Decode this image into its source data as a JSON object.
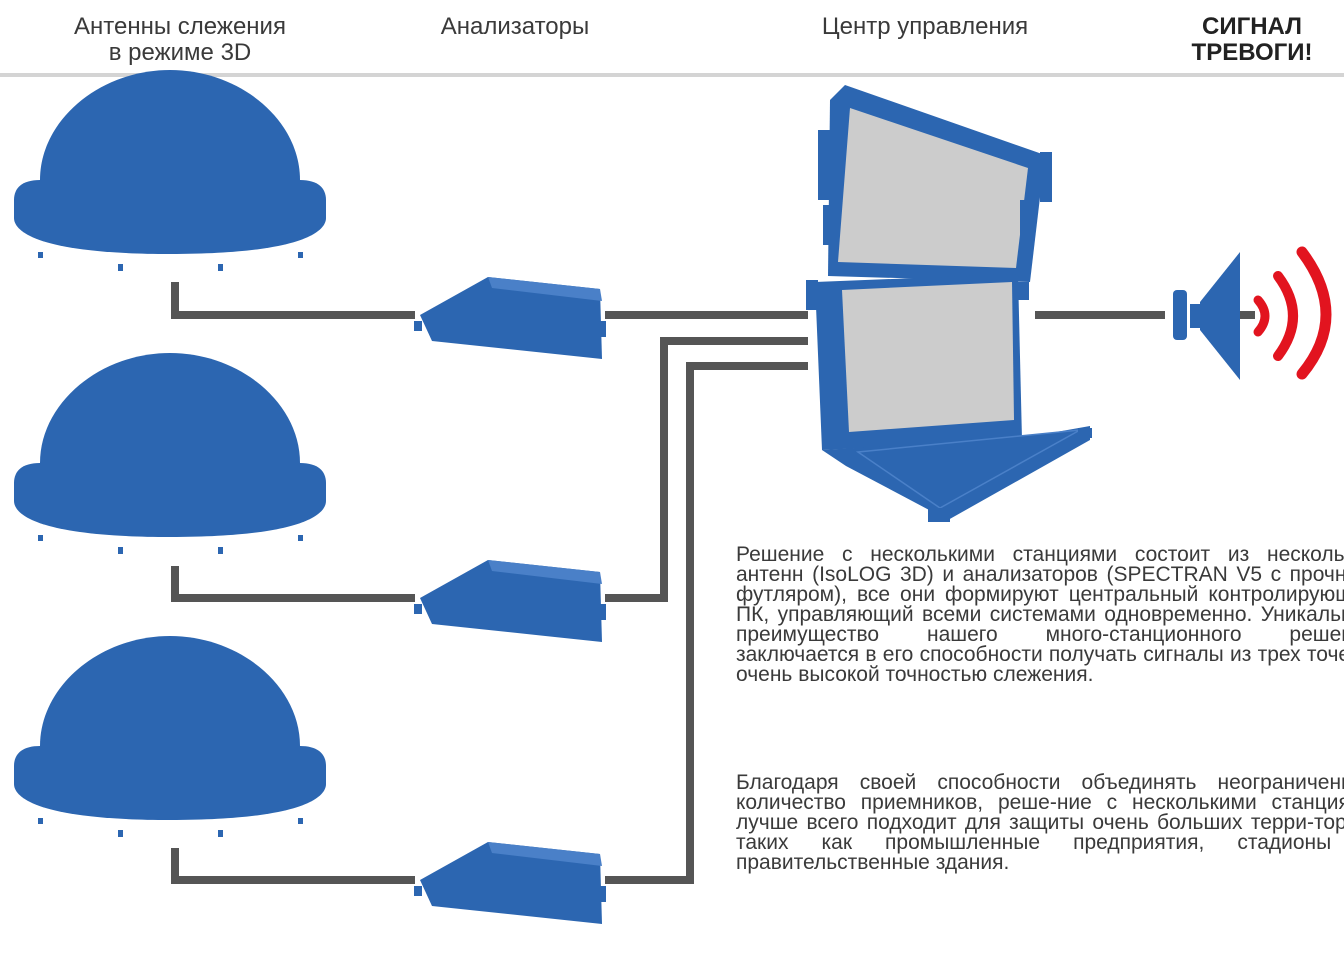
{
  "header": {
    "antennas_line1": "Антенны слежения",
    "antennas_line2": "в режиме 3D",
    "analyzers": "Анализаторы",
    "control_center": "Центр управления",
    "alarm_line1": "СИГНАЛ",
    "alarm_line2": "ТРЕВОГИ!"
  },
  "description": {
    "paragraph_1": "Решение с несколькими станциями состоит из нескольких антенн (IsoLOG 3D) и анализаторов (SPECTRAN V5 с прочным футляром), все они формируют центральный контролирующий ПК, управляющий всеми системами одновременно. Уникальное преимущество нашего много-станционного решения заключается в его способности получать сигналы из трех точек с очень высокой точностью слежения.",
    "paragraph_2": "Благодаря своей способности объединять неограниченное количество приемников, реше-ние с несколькими станциями лучше всего подходит для защиты очень больших терри-торий, таких как промышленные предприятия, стадионы и правительственные здания."
  },
  "colors": {
    "device_blue": "#2c66b1",
    "cable_gray": "#555555",
    "screen_gray": "#cccccc",
    "alarm_red": "#e2141f",
    "divider_gray": "#d4d4d4"
  },
  "icons": [
    "antenna-dome-icon",
    "analyzer-device-icon",
    "control-laptop-icon",
    "alarm-speaker-icon",
    "sound-wave-icon"
  ]
}
